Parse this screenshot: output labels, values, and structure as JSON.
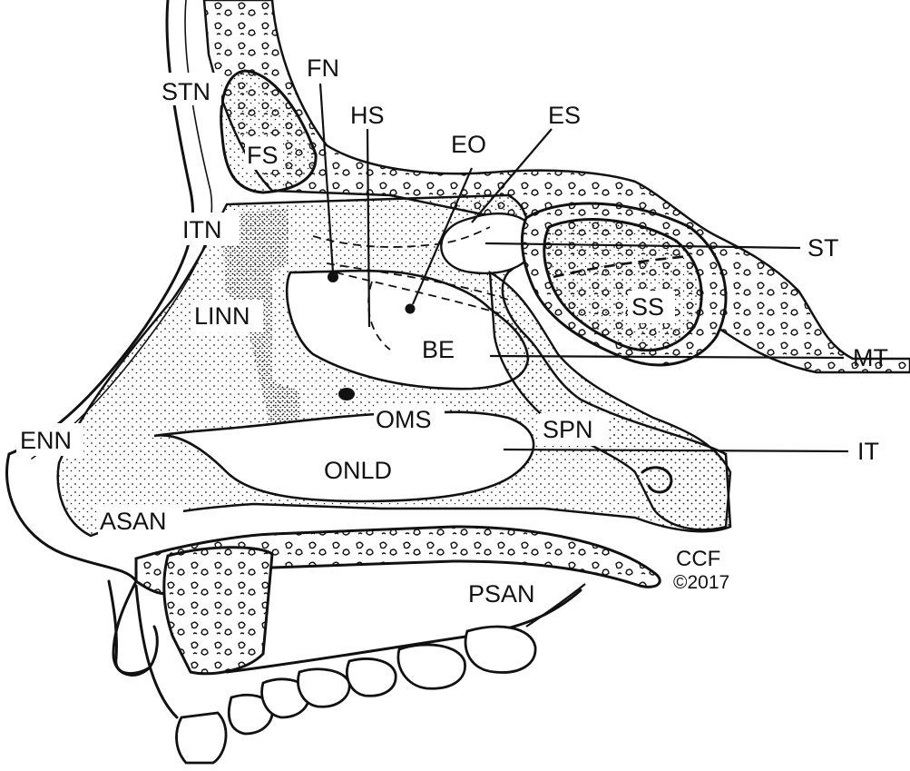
{
  "figure": {
    "labels": {
      "stn": "STN",
      "fn": "FN",
      "hs": "HS",
      "es": "ES",
      "eo": "EO",
      "fs": "FS",
      "itn": "ITN",
      "st": "ST",
      "linn": "LINN",
      "ss": "SS",
      "be": "BE",
      "mt": "MT",
      "oms": "OMS",
      "spn": "SPN",
      "enn": "ENN",
      "it": "IT",
      "onld": "ONLD",
      "asan": "ASAN",
      "psan": "PSAN"
    },
    "credit": {
      "org": "CCF",
      "year": "©2017"
    }
  }
}
